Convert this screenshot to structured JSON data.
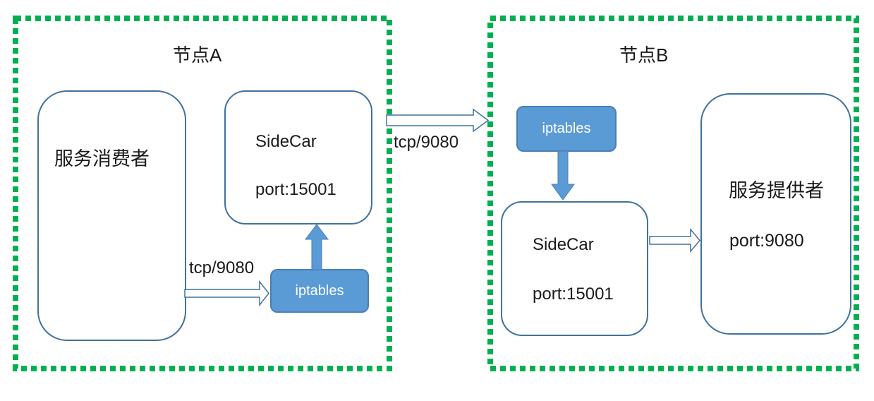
{
  "colors": {
    "green": "#00B050",
    "box-border": "#41719C",
    "blue-fill": "#5B9BD5",
    "blue-border": "#4A7FB5",
    "text": "#1a1a1a"
  },
  "node_a": {
    "title": "节点A",
    "consumer_label": "服务消费者",
    "sidecar": {
      "line1": "SideCar",
      "line2": "port:15001"
    },
    "iptables_label": "iptables",
    "arrow_label": "tcp/9080"
  },
  "link": {
    "label": "tcp/9080"
  },
  "node_b": {
    "title": "节点B",
    "iptables_label": "iptables",
    "sidecar": {
      "line1": "SideCar",
      "line2": "port:15001"
    },
    "provider": {
      "line1": "服务提供者",
      "line2": "port:9080"
    }
  }
}
